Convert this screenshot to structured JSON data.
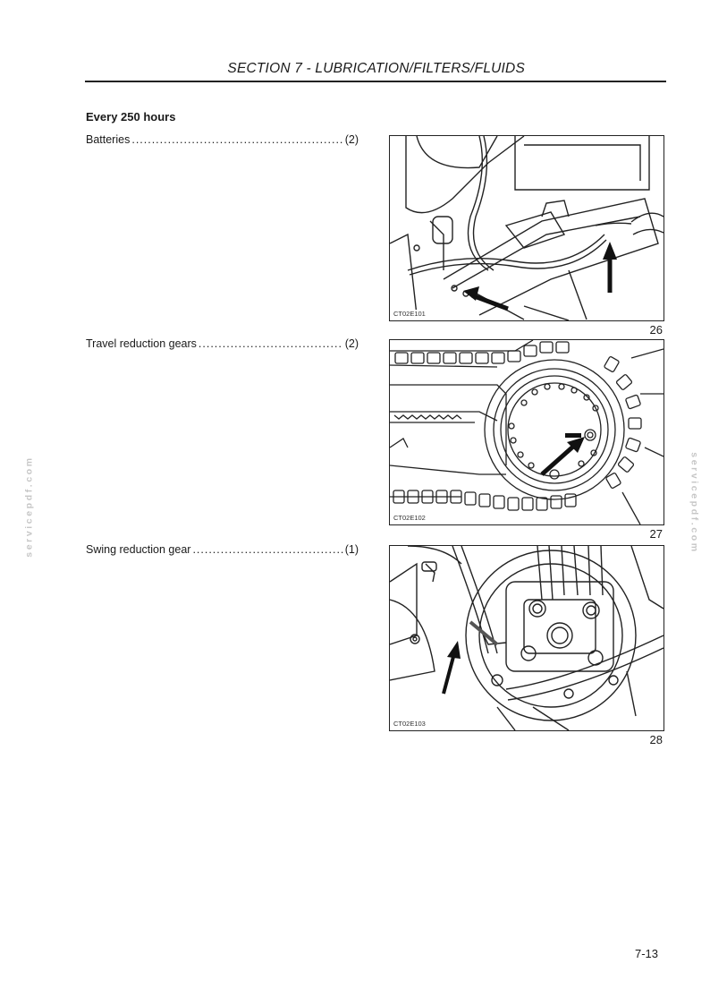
{
  "header": {
    "title": "SECTION 7 - LUBRICATION/FILTERS/FLUIDS"
  },
  "subheading": "Every 250 hours",
  "entries": [
    {
      "label": "Batteries",
      "qty": "(2)"
    },
    {
      "label": "Travel reduction gears",
      "qty": "(2)"
    },
    {
      "label": "Swing reduction gear",
      "qty": "(1)"
    }
  ],
  "figures": [
    {
      "code": "CT02E101",
      "number": "26",
      "icon": "battery-compartment-illustration"
    },
    {
      "code": "CT02E102",
      "number": "27",
      "icon": "track-drive-gear-illustration"
    },
    {
      "code": "CT02E103",
      "number": "28",
      "icon": "swing-motor-illustration"
    }
  ],
  "watermark": "servicepdf.com",
  "page_number": "7-13"
}
